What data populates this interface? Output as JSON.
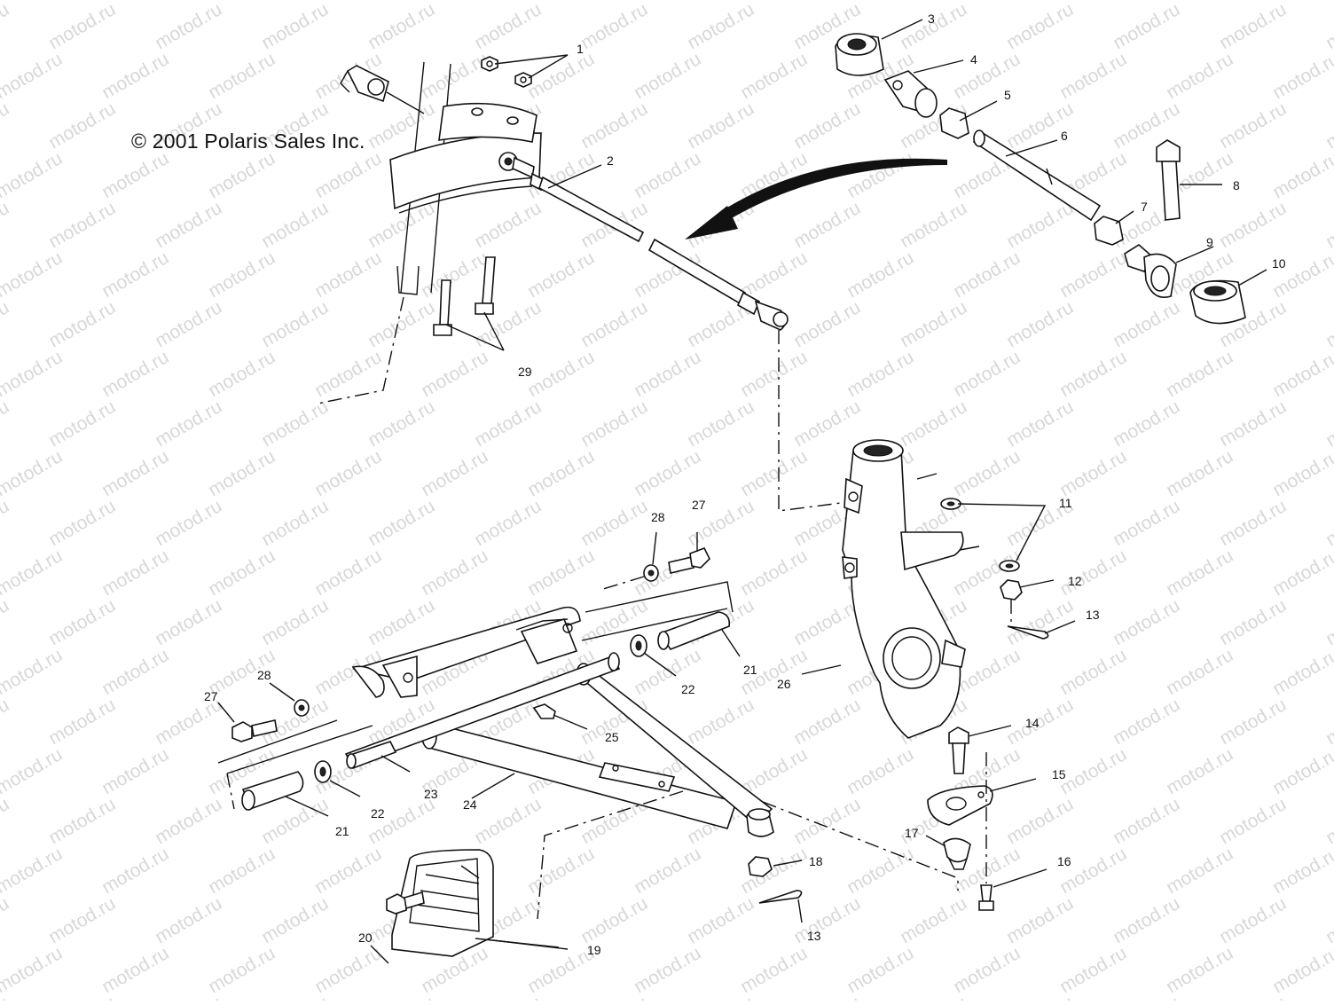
{
  "copyright": "© 2001 Polaris Sales Inc.",
  "watermark": "motod.ru",
  "callouts": [
    {
      "id": "1",
      "label": "1"
    },
    {
      "id": "2",
      "label": "2"
    },
    {
      "id": "3",
      "label": "3"
    },
    {
      "id": "4",
      "label": "4"
    },
    {
      "id": "5",
      "label": "5"
    },
    {
      "id": "6",
      "label": "6"
    },
    {
      "id": "7",
      "label": "7"
    },
    {
      "id": "8",
      "label": "8"
    },
    {
      "id": "9",
      "label": "9"
    },
    {
      "id": "10",
      "label": "10"
    },
    {
      "id": "11",
      "label": "11"
    },
    {
      "id": "12",
      "label": "12"
    },
    {
      "id": "13a",
      "label": "13"
    },
    {
      "id": "13b",
      "label": "13"
    },
    {
      "id": "14",
      "label": "14"
    },
    {
      "id": "15",
      "label": "15"
    },
    {
      "id": "16",
      "label": "16"
    },
    {
      "id": "17",
      "label": "17"
    },
    {
      "id": "18",
      "label": "18"
    },
    {
      "id": "19",
      "label": "19"
    },
    {
      "id": "20",
      "label": "20"
    },
    {
      "id": "21a",
      "label": "21"
    },
    {
      "id": "21b",
      "label": "21"
    },
    {
      "id": "22a",
      "label": "22"
    },
    {
      "id": "22b",
      "label": "22"
    },
    {
      "id": "23",
      "label": "23"
    },
    {
      "id": "24",
      "label": "24"
    },
    {
      "id": "25",
      "label": "25"
    },
    {
      "id": "26",
      "label": "26"
    },
    {
      "id": "27a",
      "label": "27"
    },
    {
      "id": "27b",
      "label": "27"
    },
    {
      "id": "28a",
      "label": "28"
    },
    {
      "id": "28b",
      "label": "28"
    },
    {
      "id": "29",
      "label": "29"
    }
  ]
}
